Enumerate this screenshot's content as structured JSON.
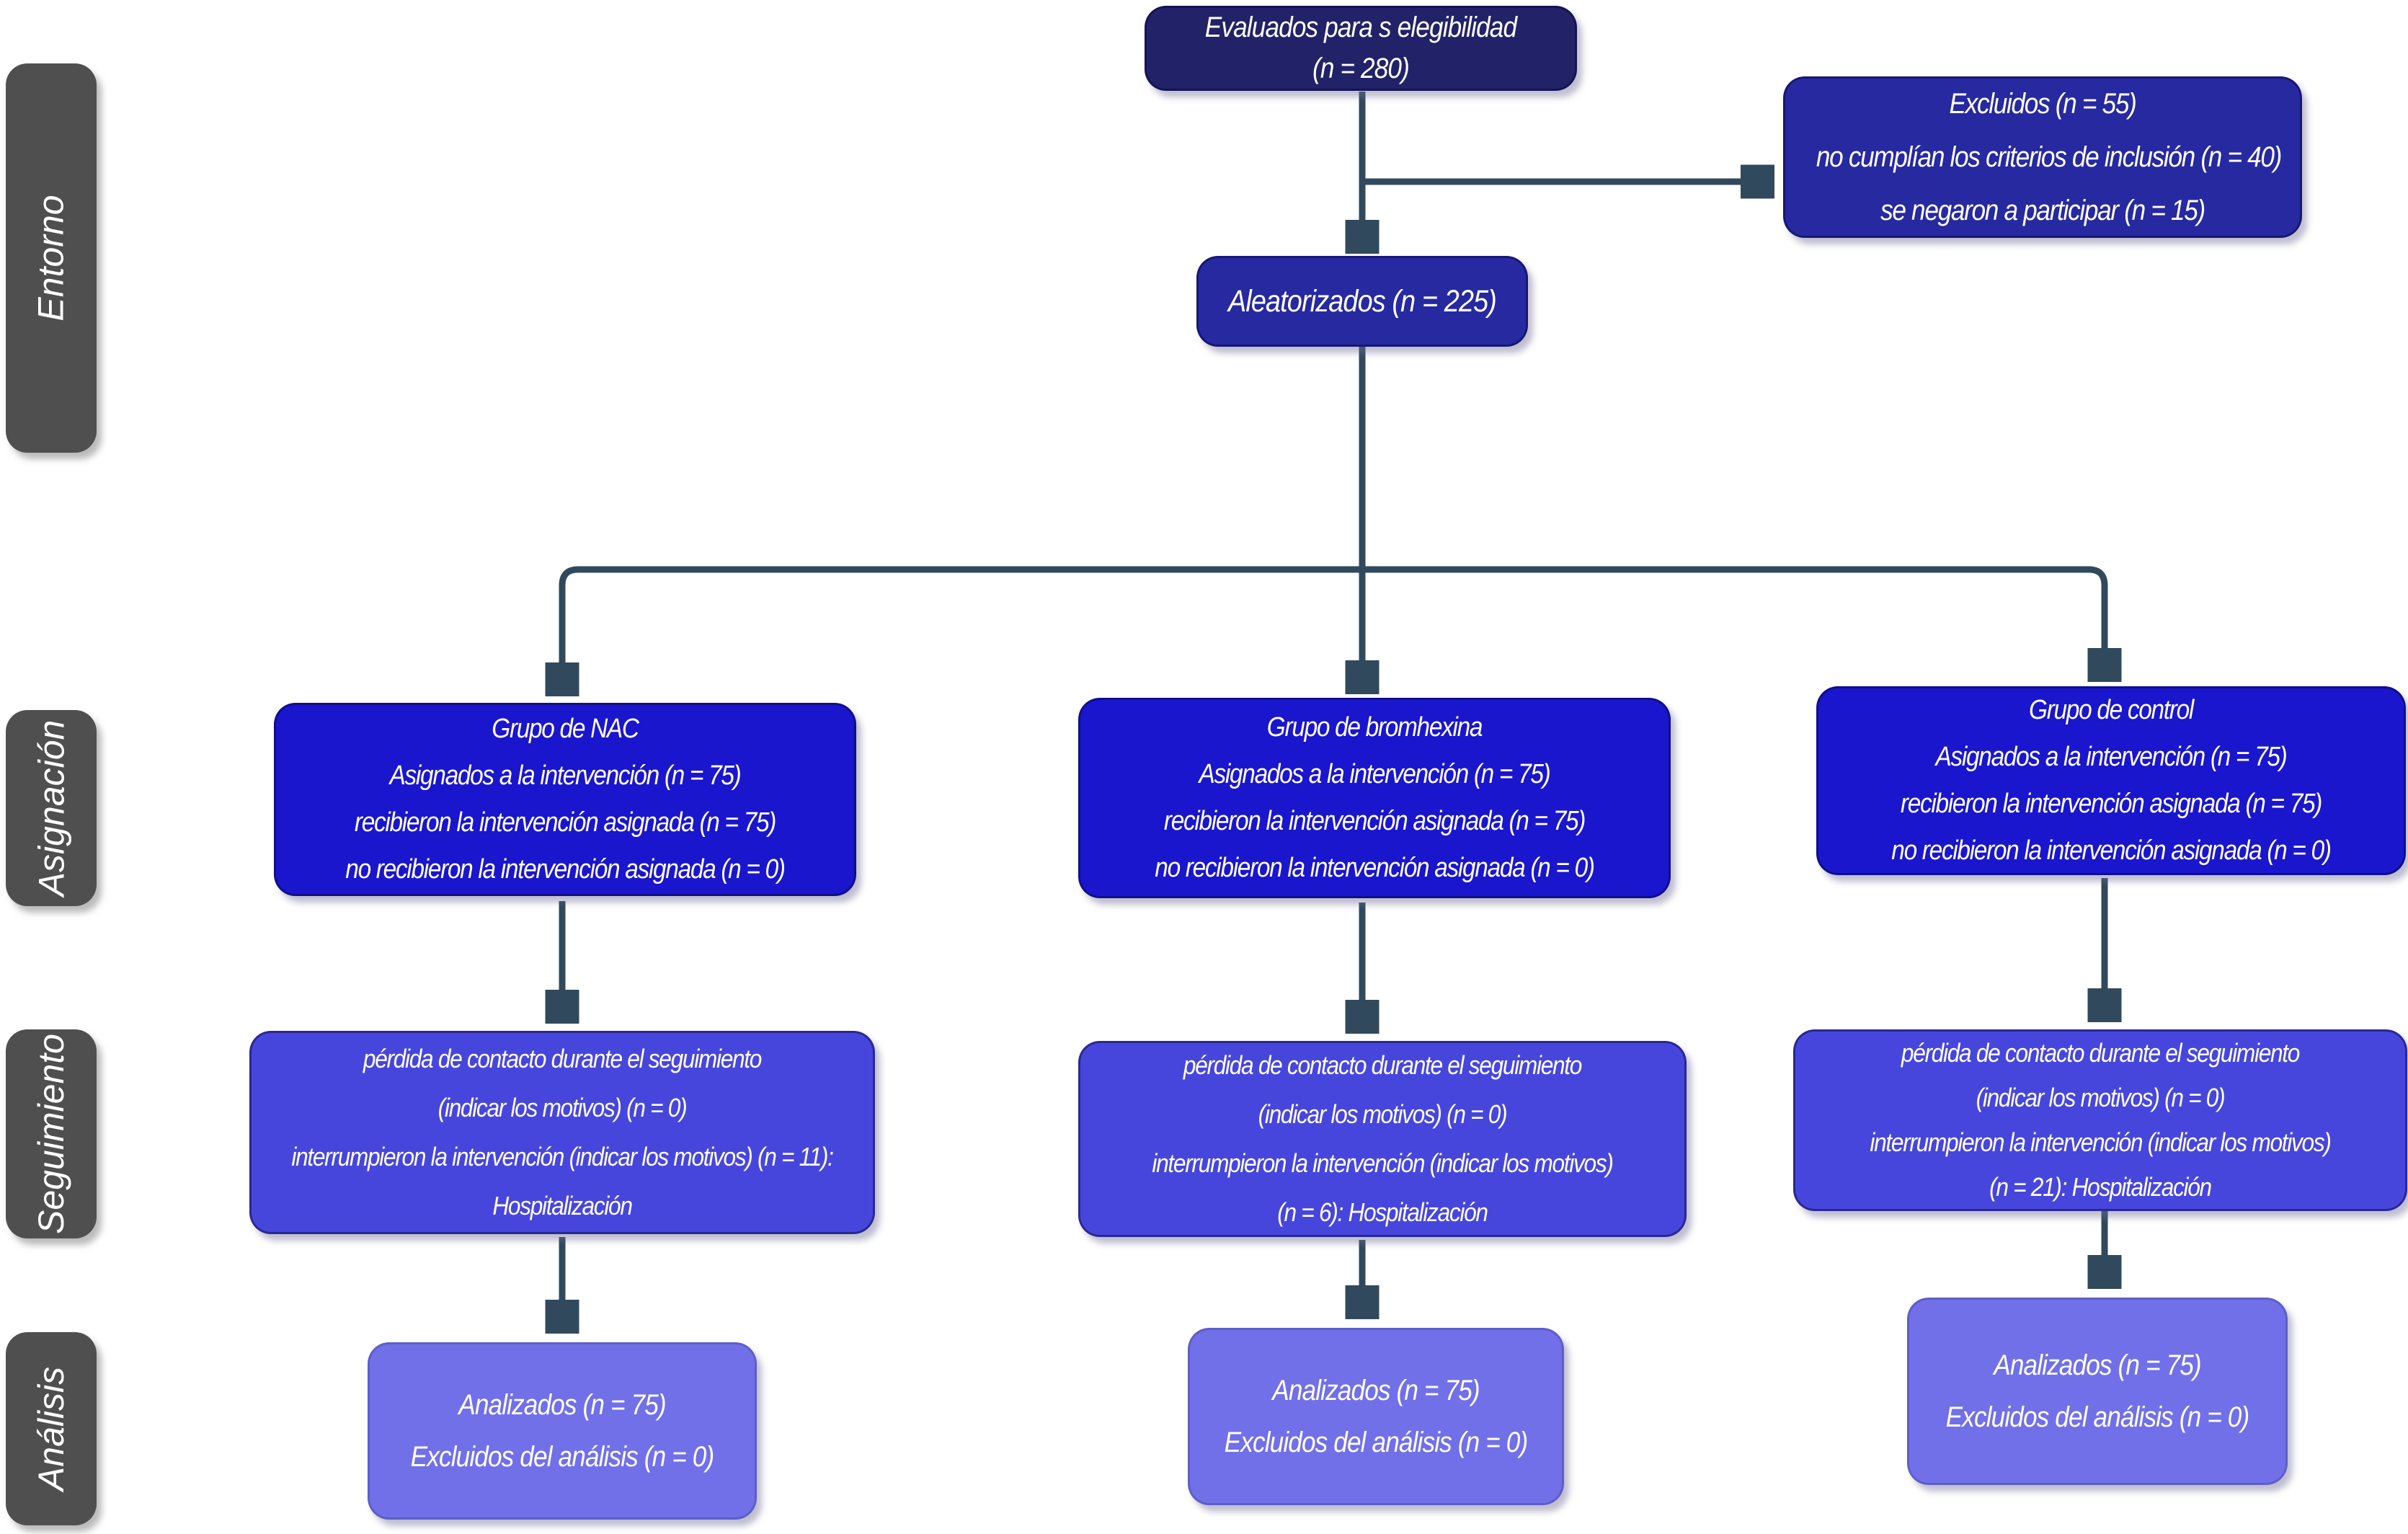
{
  "stages": {
    "enrollment": "Entorno",
    "allocation": "Asignación",
    "followup": "Seguimiento",
    "analysis": "Análisis"
  },
  "colors": {
    "assessed_box": "#222269",
    "secondary_box": "#2629a0",
    "allocation_box": "#1a16cd",
    "followup_box": "#4746dc",
    "analysis_box": "#7170e8",
    "stage_label_bg": "#4f4f4f",
    "arrow": "#31495c",
    "text": "#ffffff"
  },
  "nodes": {
    "assessed": {
      "lines": [
        "Evaluados para s elegibilidad",
        "(n = 280)"
      ]
    },
    "excluded": {
      "lines": [
        "Excluidos (n = 55)",
        "no cumplían los criterios de inclusión (n = 40)",
        "se negaron a participar (n = 15)"
      ]
    },
    "randomized": {
      "lines": [
        "Aleatorizados (n = 225)"
      ]
    },
    "allocation_nac": {
      "lines": [
        "Grupo de NAC",
        "Asignados a la intervención (n = 75)",
        "recibieron la intervención asignada (n = 75)",
        "no recibieron la intervención asignada (n = 0)"
      ]
    },
    "allocation_bromhexina": {
      "lines": [
        "Grupo de bromhexina",
        "Asignados a la intervención (n = 75)",
        "recibieron la intervención asignada (n = 75)",
        "no recibieron la intervención asignada (n = 0)"
      ]
    },
    "allocation_control": {
      "lines": [
        "Grupo de control",
        "Asignados a la intervención (n = 75)",
        "recibieron la intervención asignada (n = 75)",
        "no recibieron la intervención asignada (n = 0)"
      ]
    },
    "followup_nac": {
      "lines": [
        "pérdida de contacto durante el seguimiento",
        "(indicar los motivos) (n = 0)",
        "interrumpieron la intervención (indicar los motivos) (n = 11):",
        "Hospitalización"
      ]
    },
    "followup_bromhexina": {
      "lines": [
        "pérdida de contacto durante el seguimiento",
        "(indicar los motivos) (n = 0)",
        "interrumpieron la intervención (indicar los motivos)",
        "(n = 6): Hospitalización"
      ]
    },
    "followup_control": {
      "lines": [
        "pérdida de contacto durante el seguimiento",
        "(indicar los motivos) (n = 0)",
        "interrumpieron la intervención (indicar los motivos)",
        "(n = 21): Hospitalización"
      ]
    },
    "analysis_nac": {
      "lines": [
        "Analizados (n = 75)",
        "Excluidos del análisis (n = 0)"
      ]
    },
    "analysis_bromhexina": {
      "lines": [
        "Analizados (n = 75)",
        "Excluidos del análisis (n = 0)"
      ]
    },
    "analysis_control": {
      "lines": [
        "Analizados (n = 75)",
        "Excluidos del análisis (n = 0)"
      ]
    }
  }
}
